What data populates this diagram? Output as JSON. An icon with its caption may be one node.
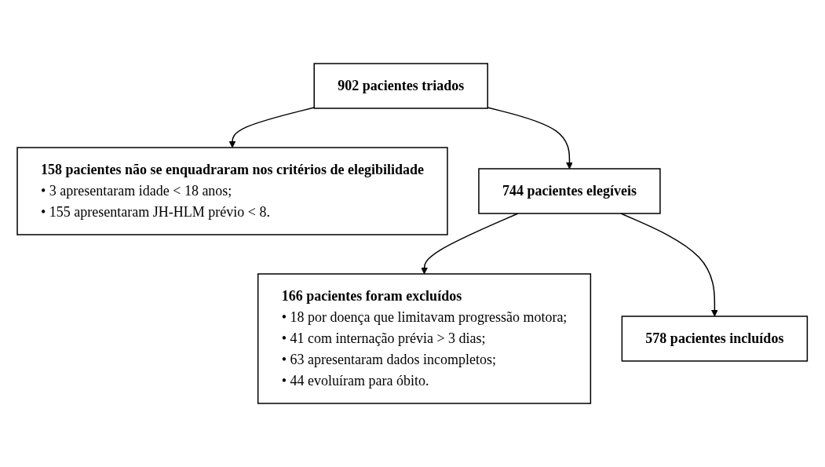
{
  "diagram": {
    "nodes": [
      {
        "text": [
          "902 pacientes triados"
        ]
      },
      {
        "text": [
          "158 pacientes não se enquadraram nos critérios de elegibilidade",
          "• 3 apresentaram idade < 18 anos;",
          "• 155 apresentaram JH-HLM prévio < 8."
        ]
      },
      {
        "text": [
          "744 pacientes elegíveis"
        ]
      },
      {
        "text": [
          "166 pacientes foram excluídos",
          "• 18 por doença que limitavam progressão motora;",
          "• 41 com internação prévia > 3 dias;",
          "• 63 apresentaram dados incompletos;",
          "• 44 evoluíram para óbito."
        ]
      },
      {
        "text": [
          "578 pacientes incluídos"
        ]
      }
    ],
    "edges": [
      {
        "from": 0,
        "to": 1,
        "arrow": "to"
      },
      {
        "from": 0,
        "to": 2,
        "arrow": "to"
      },
      {
        "from": 2,
        "to": 3,
        "arrow": "to"
      },
      {
        "from": 2,
        "to": 4,
        "arrow": "to"
      }
    ]
  }
}
